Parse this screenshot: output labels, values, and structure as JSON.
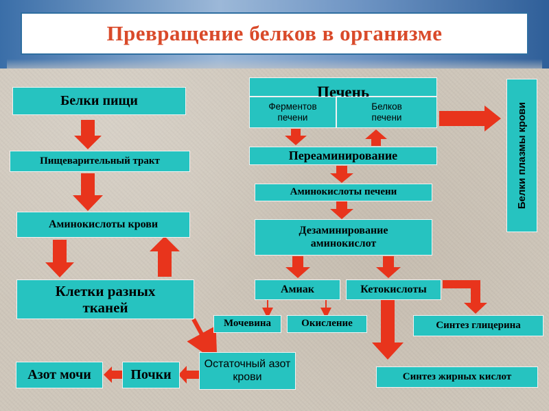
{
  "title": "Превращение белков в организме",
  "nodes": {
    "food_proteins": "Белки пищи",
    "digestive_tract": "Пищеварительный тракт",
    "blood_amino_acids": "Аминокислоты крови",
    "tissue_cells": "Клетки разных тканей",
    "urine_nitrogen": "Азот мочи",
    "kidneys": "Почки",
    "residual_nitrogen": "Остаточный азот крови",
    "liver": "Печень",
    "liver_enzymes": "Ферментов печени",
    "liver_proteins": "Белков печени",
    "transamination": "Переаминирование",
    "liver_amino_acids": "Аминокислоты печени",
    "deamination": "Дезаминирование аминокислот",
    "ammonia": "Амиак",
    "keto_acids": "Кетокислоты",
    "urea": "Мочевина",
    "oxidation": "Окисление",
    "glycerol_synthesis": "Синтез глицерина",
    "fatty_acid_synthesis": "Синтез жирных кислот",
    "plasma_proteins": "Белки плазмы крови"
  },
  "colors": {
    "box": "#26c3c0",
    "arrow": "#e8341c",
    "title": "#d94a2a"
  }
}
